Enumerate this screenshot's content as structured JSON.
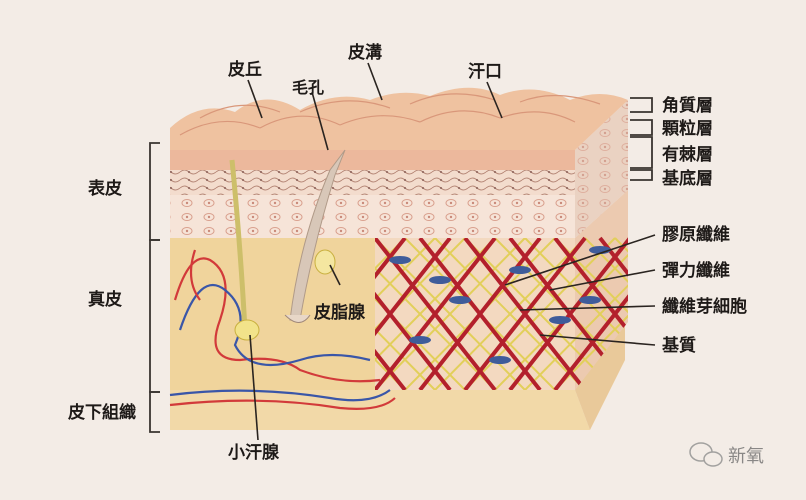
{
  "labels": {
    "top": {
      "ridge": "皮丘",
      "furrow": "皮溝",
      "sweat_pore": "汗口",
      "hair_pore": "毛孔"
    },
    "epidermis_layers": [
      "角質層",
      "顆粒層",
      "有棘層",
      "基底層"
    ],
    "sections": {
      "epidermis": "表皮",
      "dermis": "真皮",
      "subcutis": "皮下組織"
    },
    "dermis_parts": [
      "膠原纖維",
      "彈力纖維",
      "纖維芽細胞",
      "基質"
    ],
    "sebaceous_gland": "皮脂腺",
    "eccrine_gland": "小汗腺"
  },
  "watermark": {
    "text": "新氧",
    "icon": "wechat-icon"
  },
  "colors": {
    "background": "#f3ece6",
    "collagen": "#b3202c",
    "elastin": "#e2cf5a",
    "fibroblast": "#3f5c9a",
    "dermis": "#f0d9a8",
    "epidermis": "#efc4a4"
  }
}
